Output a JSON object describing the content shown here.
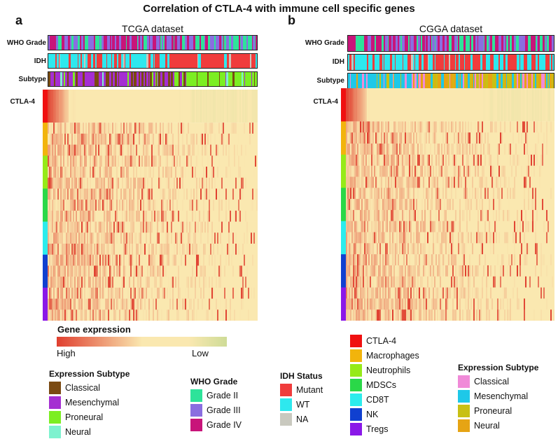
{
  "title": "Correlation of CTLA-4 with immune cell specific genes",
  "panels": [
    {
      "letter": "a",
      "dataset": "TCGA dataset",
      "row_labels": [
        "WHO Grade",
        "IDH",
        "Subtype",
        "CTLA-4"
      ]
    },
    {
      "letter": "b",
      "dataset": "CGGA dataset",
      "row_labels": [
        "WHO Grade",
        "IDH",
        "Subtype",
        "CTLA-4"
      ]
    }
  ],
  "gene_expression": {
    "title": "Gene expression",
    "high": "High",
    "low": "Low"
  },
  "legend_expression_subtype_a": {
    "title": "Expression Subtype",
    "items": [
      {
        "label": "Classical",
        "color": "#7a4a12"
      },
      {
        "label": "Mesenchymal",
        "color": "#a52fd2"
      },
      {
        "label": "Proneural",
        "color": "#7cee22"
      },
      {
        "label": "Neural",
        "color": "#7ef2cf"
      }
    ]
  },
  "legend_who_grade": {
    "title": "WHO Grade",
    "items": [
      {
        "label": "Grade II",
        "color": "#2ee39a"
      },
      {
        "label": "Grade III",
        "color": "#8a6ee0"
      },
      {
        "label": "Grade IV",
        "color": "#c8147a"
      }
    ]
  },
  "legend_idh_status": {
    "title": "IDH Status",
    "items": [
      {
        "label": "Mutant",
        "color": "#f03c3c"
      },
      {
        "label": "WT",
        "color": "#2ee8ee"
      },
      {
        "label": "NA",
        "color": "#c9c9bf"
      }
    ]
  },
  "legend_cell_types": {
    "items": [
      {
        "label": "CTLA-4",
        "color": "#f01010"
      },
      {
        "label": "Macrophages",
        "color": "#f2b40c"
      },
      {
        "label": "Neutrophils",
        "color": "#96ea18"
      },
      {
        "label": "MDSCs",
        "color": "#2ad848"
      },
      {
        "label": "CD8T",
        "color": "#2cecec"
      },
      {
        "label": "NK",
        "color": "#1040d0"
      },
      {
        "label": "Tregs",
        "color": "#8a18e8"
      }
    ]
  },
  "legend_expression_subtype_b": {
    "title": "Expression Subtype",
    "items": [
      {
        "label": "Classical",
        "color": "#f08ad8"
      },
      {
        "label": "Mesenchymal",
        "color": "#1ec8e8"
      },
      {
        "label": "Proneural",
        "color": "#c8c014"
      },
      {
        "label": "Neural",
        "color": "#e6a414"
      }
    ]
  },
  "colors": {
    "heat_high": "#e04030",
    "heat_mid": "#fae8b0",
    "heat_low": "#98cc78"
  }
}
